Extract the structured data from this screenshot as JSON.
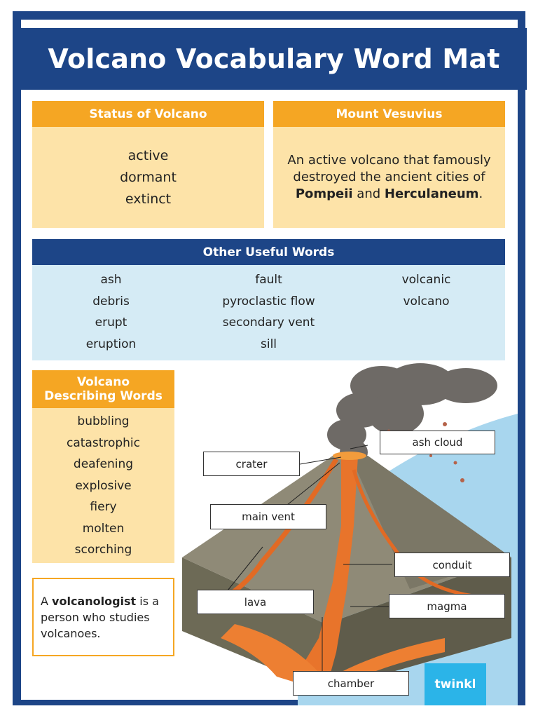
{
  "title": "Volcano Vocabulary Word Mat",
  "status": {
    "heading": "Status of Volcano",
    "words": [
      "active",
      "dormant",
      "extinct"
    ]
  },
  "vesuvius": {
    "heading": "Mount Vesuvius",
    "text_before": "An active volcano that famously destroyed the ancient cities of ",
    "bold1": "Pompeii",
    "text_mid": " and ",
    "bold2": "Herculaneum",
    "text_after": "."
  },
  "useful": {
    "heading": "Other Useful Words",
    "columns": [
      [
        "ash",
        "debris",
        "erupt",
        "eruption"
      ],
      [
        "fault",
        "pyroclastic flow",
        "secondary vent",
        "sill"
      ],
      [
        "volcanic",
        "volcano"
      ]
    ]
  },
  "describing": {
    "heading_line1": "Volcano",
    "heading_line2": "Describing Words",
    "words": [
      "bubbling",
      "catastrophic",
      "deafening",
      "explosive",
      "fiery",
      "molten",
      "scorching"
    ]
  },
  "fact": {
    "text_before": "A ",
    "bold": "volcanologist",
    "text_after": " is a person who studies volcanoes."
  },
  "diagram_labels": {
    "ash_cloud": "ash cloud",
    "crater": "crater",
    "main_vent": "main vent",
    "conduit": "conduit",
    "lava": "lava",
    "magma": "magma",
    "chamber": "chamber"
  },
  "brand": "twinkl",
  "colors": {
    "navy": "#1d4587",
    "orange": "#f5a623",
    "light_orange": "#fde3a8",
    "light_blue": "#d5ebf5"
  }
}
